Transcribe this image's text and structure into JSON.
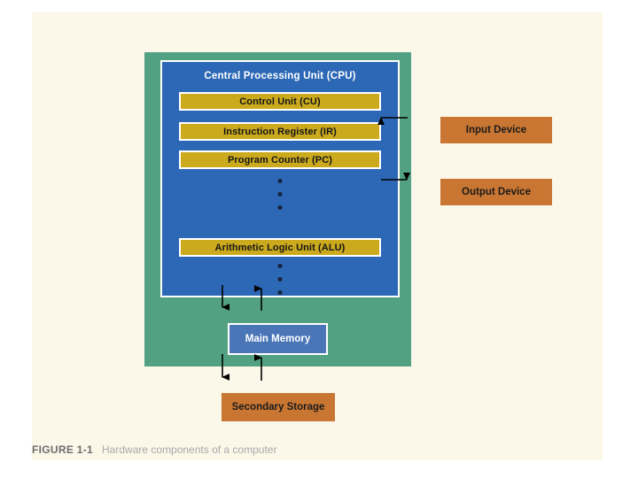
{
  "figure": {
    "caption_label": "FIGURE 1-1",
    "caption_text": "Hardware components of a computer"
  },
  "colors": {
    "page_background": "#ffffff",
    "panel_background": "#fbf7e9",
    "system_box": "#52a183",
    "cpu_box": "#2c68b5",
    "register_bar": "#cbaa1e",
    "main_memory": "#4a76b8",
    "peripheral_box": "#c97632",
    "border": "#ffffff",
    "arrow": "#000000",
    "dot": "#16213d"
  },
  "diagram": {
    "type": "block-diagram",
    "system_box": {
      "label": "",
      "name": "computer-system"
    },
    "cpu": {
      "title": "Central Processing Unit (CPU)",
      "registers": [
        {
          "label": "Control Unit (CU)",
          "abbr": "CU"
        },
        {
          "label": "Instruction Register (IR)",
          "abbr": "IR"
        },
        {
          "label": "Program Counter (PC)",
          "abbr": "PC"
        },
        {
          "label": "Arithmetic Logic Unit (ALU)",
          "abbr": "ALU"
        }
      ],
      "ellipsis_groups": [
        {
          "position": "between-pc-and-alu",
          "dot_count": 3
        },
        {
          "position": "below-alu",
          "dot_count": 3
        }
      ]
    },
    "memory": {
      "label": "Main Memory"
    },
    "peripherals": [
      {
        "label": "Input Device",
        "arrow_direction": "left",
        "arrow_meaning": "into-system"
      },
      {
        "label": "Output Device",
        "arrow_direction": "right",
        "arrow_meaning": "out-of-system"
      }
    ],
    "storage": {
      "label": "Secondary Storage"
    },
    "connections": [
      {
        "from": "CPU",
        "to": "Main Memory",
        "direction": "down"
      },
      {
        "from": "Main Memory",
        "to": "CPU",
        "direction": "up"
      },
      {
        "from": "Main Memory",
        "to": "Secondary Storage",
        "direction": "down"
      },
      {
        "from": "Secondary Storage",
        "to": "Main Memory",
        "direction": "up"
      },
      {
        "from": "Input Device",
        "to": "Computer System",
        "direction": "left"
      },
      {
        "from": "Computer System",
        "to": "Output Device",
        "direction": "right"
      }
    ]
  }
}
